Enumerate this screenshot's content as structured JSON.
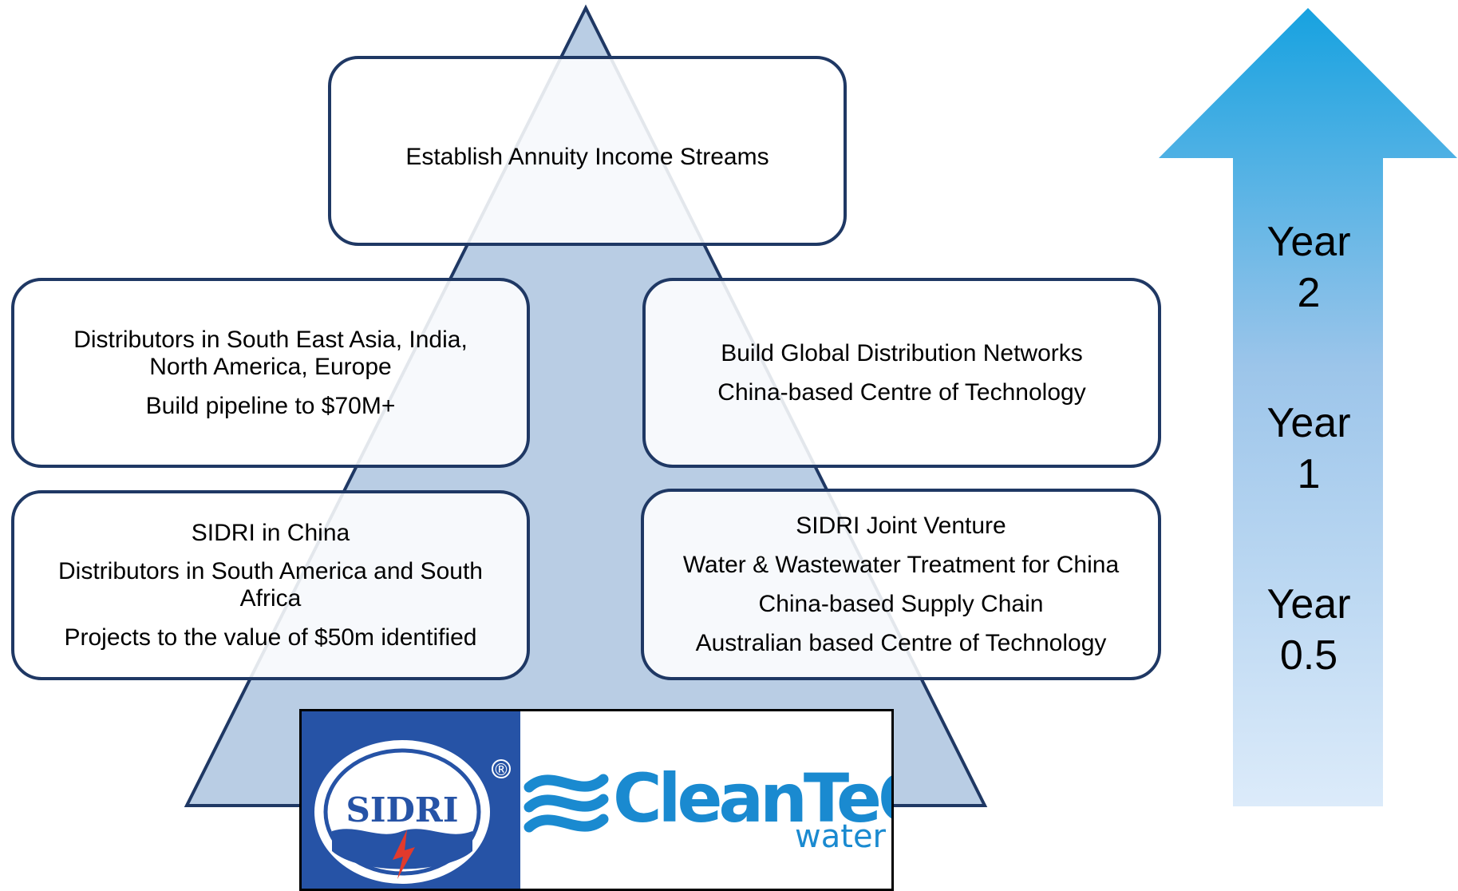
{
  "top": {
    "line1": "Establish Annuity Income Streams"
  },
  "middle_left": {
    "line1": "Distributors in South East Asia, India, North America, Europe",
    "line2": "Build pipeline to $70M+"
  },
  "middle_right": {
    "line1": "Build Global Distribution Networks",
    "line2": "China-based Centre of Technology"
  },
  "bottom_left": {
    "line1": "SIDRI in China",
    "line2": "Distributors in South America and South Africa",
    "line3": "Projects to the value of $50m identified"
  },
  "bottom_right": {
    "line1": "SIDRI Joint Venture",
    "line2": "Water & Wastewater Treatment for China",
    "line3": "China-based Supply Chain",
    "line4": "Australian based Centre of Technology"
  },
  "timeline": {
    "year_2": {
      "label": "Year",
      "value": "2"
    },
    "year_1": {
      "label": "Year",
      "value": "1"
    },
    "year_05": {
      "label": "Year",
      "value": "0.5"
    }
  },
  "logos": {
    "sidri": "SIDRI",
    "cleanteq": "CleanTeQ",
    "cleanteq_sub": "water",
    "registered": "®"
  },
  "colors": {
    "pyramid_fill": "#b9cde4",
    "box_border": "#1f3864",
    "arrow_top": "#17a2e0",
    "arrow_bottom": "#dcebfa",
    "sidri_blue": "#2653a6",
    "cleanteq_blue": "#1a8ad0"
  }
}
